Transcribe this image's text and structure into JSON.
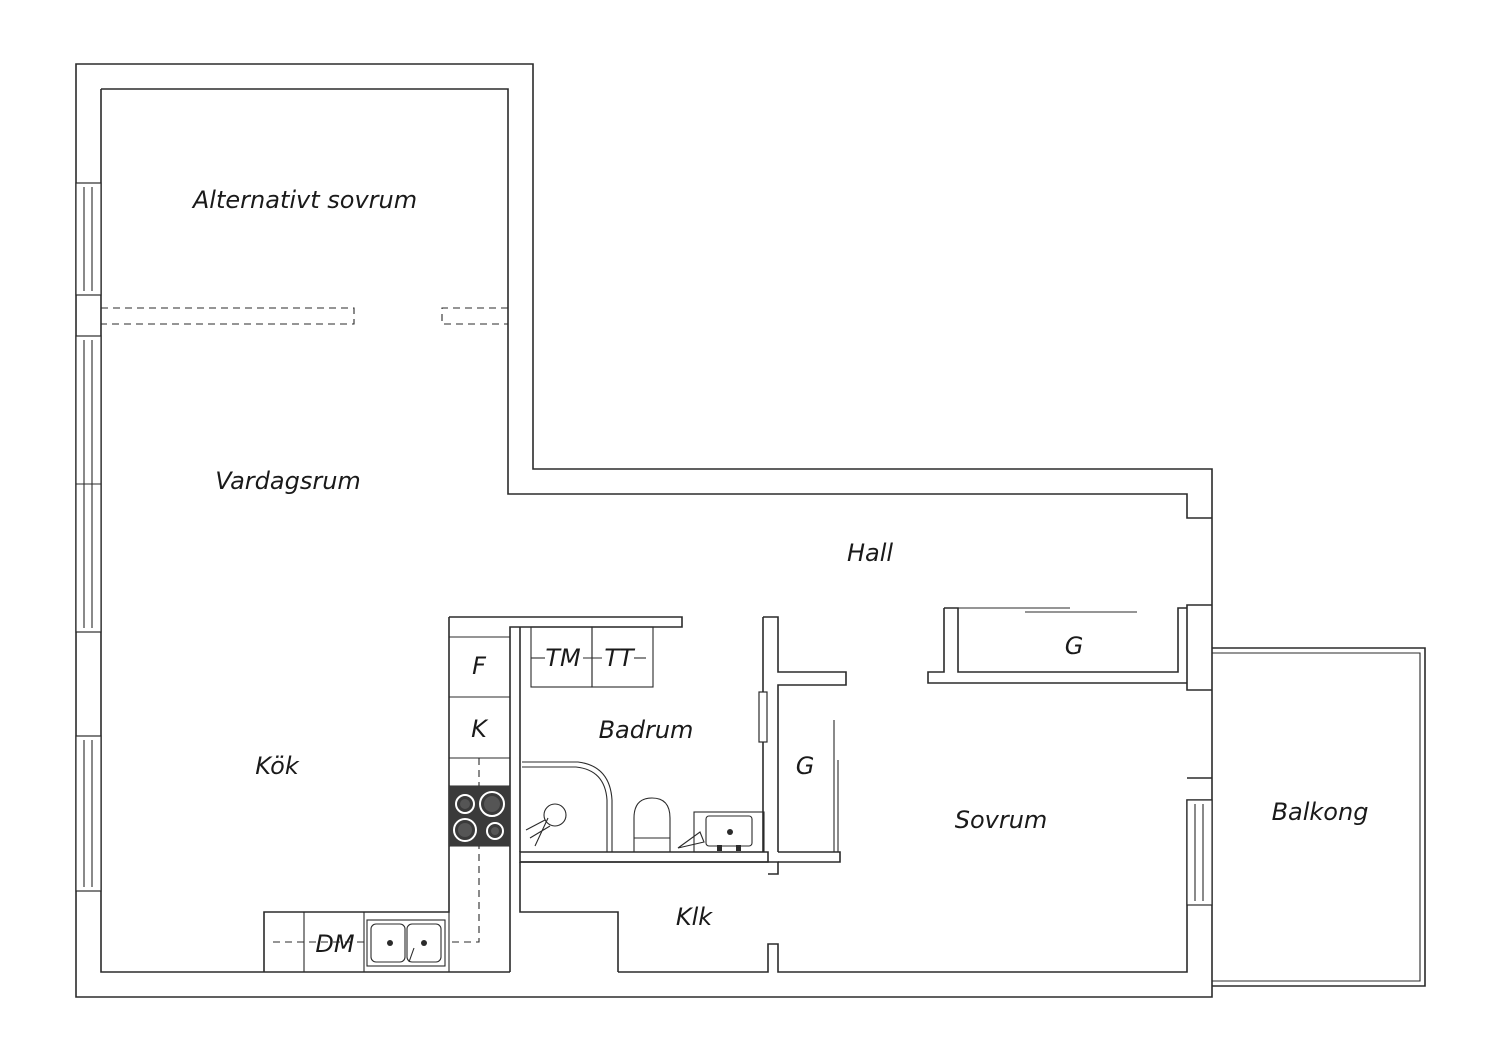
{
  "rooms": {
    "alternativt_sovrum": "Alternativt sovrum",
    "vardagsrum": "Vardagsrum",
    "kok": "Kök",
    "hall": "Hall",
    "badrum": "Badrum",
    "sovrum": "Sovrum",
    "balkong": "Balkong",
    "klk": "Klk",
    "garderob_hall": "G",
    "garderob_bad": "G"
  },
  "fixtures": {
    "fridge": "F",
    "freezer": "K",
    "dishwasher": "DM",
    "washing_machine": "TM",
    "dryer": "TT"
  },
  "colors": {
    "line": "#2b2b2b",
    "stove": "#3a3a3a",
    "background": "#ffffff"
  }
}
